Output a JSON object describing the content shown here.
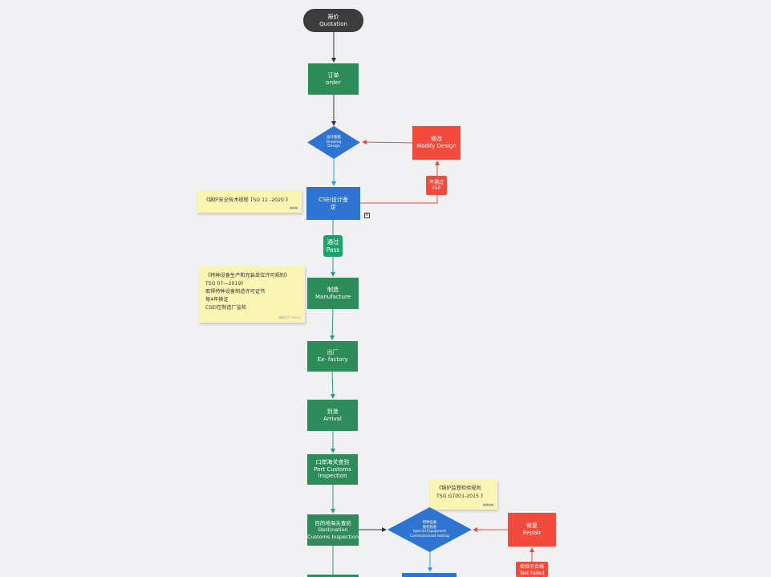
{
  "nodes": {
    "quotation": {
      "zh": "报价",
      "en": "Quotation"
    },
    "order": {
      "zh": "订单",
      "en": "order"
    },
    "drawing_design": {
      "zh": "设计图纸",
      "en1": "Drawing",
      "en2": "Design"
    },
    "modify_design": {
      "zh": "修改",
      "en": "Modify Design"
    },
    "fail": {
      "zh": "不通过",
      "en": "Fail"
    },
    "cse_review": {
      "line1": "CSEI设计鉴",
      "line2": "定"
    },
    "pass": {
      "zh": "通过",
      "en": "Pass"
    },
    "manufacture": {
      "zh": "制造",
      "en": "Manufacture"
    },
    "ex_factory": {
      "zh": "出厂",
      "en": "Ex- factory"
    },
    "arrival": {
      "zh": "到港",
      "en": "Arrival"
    },
    "port_customs": {
      "zh": "口岸海关查验",
      "en1": "Port Customs",
      "en2": "Inspection"
    },
    "dest_customs": {
      "zh": "目的地海关查验",
      "en1": "Destination",
      "en2": "Customs Inspection"
    },
    "commissioned_testing": {
      "zh1": "特种设备",
      "zh2": "委托检验",
      "en1": "Special Equipment",
      "en2": "Commissioned testing"
    },
    "repair": {
      "zh": "修复",
      "en": "Repair"
    },
    "test_failed": {
      "zh": "检验不合格",
      "en": "Test Failed"
    }
  },
  "notes": {
    "tsg11": {
      "line1": "《锅炉安全技术规程 TSG 11 -2020 》",
      "sig": "■■■"
    },
    "tsg07": {
      "line1": "《特种设备生产和充装单位许可规则》",
      "line2": "TSG 07—2019》",
      "line3": "取得特种设备制造许可证书",
      "line4": "每4年换证",
      "line5": "CSEI在制造厂监检",
      "sig": "钱瑞生产 TSG 07"
    },
    "tsgg7001": {
      "line1": "《锅炉监督检验规则",
      "line2": "TSG G7001-2015 》",
      "sig": "■■■■"
    }
  },
  "colors": {
    "green": "#2e8b5a",
    "red": "#f24a3c",
    "blue": "#2f74d0",
    "pass": "#16a56b",
    "dark": "#3c3c3c"
  }
}
